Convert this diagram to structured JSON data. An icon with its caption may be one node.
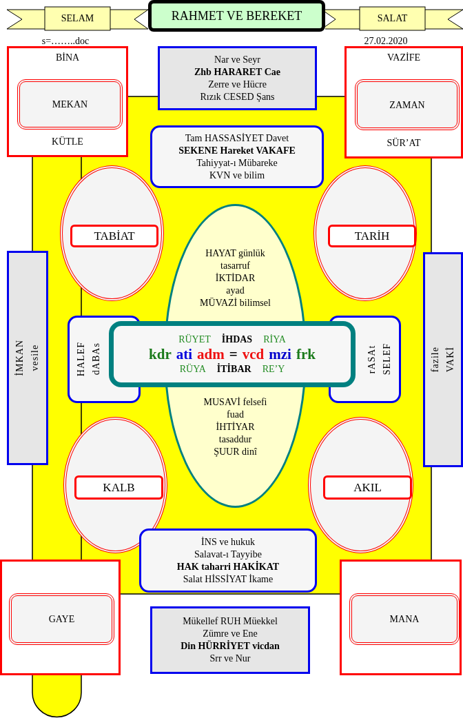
{
  "diagram": {
    "title": "RAHMET VE BEREKET",
    "nodes": [
      {
        "text": [
          "SELAM"
        ]
      },
      {
        "text": [
          "SALAT"
        ]
      },
      {
        "text": [
          "BİNA",
          "KÜTLE"
        ]
      },
      {
        "text": [
          "MEKAN"
        ],
        "in": 2
      },
      {
        "text": [
          "Nar ve Seyr",
          "Zhb HARARET Cae",
          "Zerre ve Hücre",
          "Rızık CESED Şans"
        ]
      },
      {
        "text": [
          "VAZİFE",
          "SÜR’AT"
        ]
      },
      {
        "text": [
          "ZAMAN"
        ],
        "in": 5
      },
      {
        "text": [
          "Tam HASSASİYET Davet",
          "SEKENE Hareket VAKAFE",
          "Tahiyyat-ı Mübareke",
          "KVN ve bilim"
        ]
      },
      {
        "text": [],
        "shape": "ellipse"
      },
      {
        "text": [
          "TABİAT"
        ],
        "in": 8
      },
      {
        "text": [],
        "shape": "ellipse"
      },
      {
        "text": [
          "TARİH"
        ],
        "in": 10
      },
      {
        "text": [
          "HAYAT günlük",
          "tasarruf",
          "İKTİDAR",
          "ayad",
          "MÜVAZİ bilimsel",
          "MUSAVİ felsefi",
          "fuad",
          "İHTİYAR",
          "tasaddur",
          "ŞUUR dinî"
        ]
      },
      {
        "text": [
          "İMKAN",
          "vesile"
        ]
      },
      {
        "text": [
          "HALEF",
          "dABAs"
        ]
      },
      {
        "text": [
          "RÜYET",
          "İHDAS",
          "RİYA",
          "kdr",
          "ati",
          "adm",
          "=",
          "vcd",
          "mzi",
          "frk",
          "RÜYA",
          "İTİBAR",
          "RE’Y"
        ]
      },
      {
        "text": [
          "rASAt",
          "SELEF"
        ]
      },
      {
        "text": [
          "fazile",
          "VAKİ"
        ]
      },
      {
        "text": [],
        "shape": "ellipse"
      },
      {
        "text": [
          "KALB"
        ],
        "in": 18
      },
      {
        "text": [],
        "shape": "ellipse"
      },
      {
        "text": [
          "AKIL"
        ],
        "in": 20
      },
      {
        "text": [
          "İNS ve hukuk",
          "Salavat-ı Tayyibe",
          "HAK taharri HAKİKAT",
          "Salat HİSSİYAT İkame"
        ]
      },
      {
        "text": [],
        "shape": "box"
      },
      {
        "text": [
          "GAYE"
        ],
        "in": 23
      },
      {
        "text": [
          "Mükellef RUH Müekkel",
          "Zümre ve Ene",
          "Din HÜRRİYET vicdan",
          "Srr ve Nur"
        ]
      },
      {
        "text": [],
        "shape": "box"
      },
      {
        "text": [
          "MANA"
        ],
        "in": 26
      }
    ],
    "edges": [],
    "labels": [
      "s=……..doc",
      "27.02.2020"
    ]
  }
}
